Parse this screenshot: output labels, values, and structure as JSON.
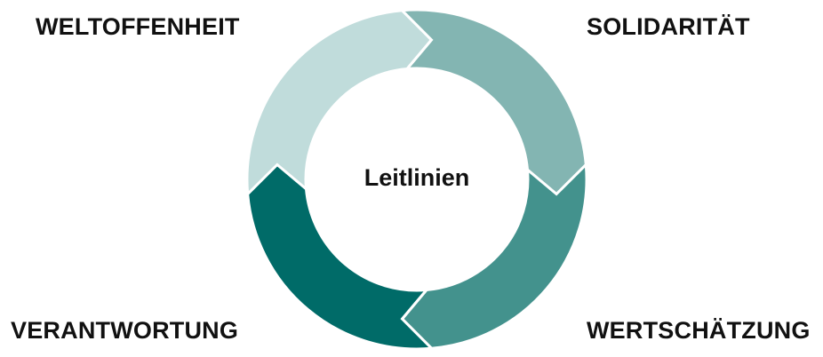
{
  "diagram": {
    "center_label": "Leitlinien",
    "segments": [
      {
        "label": "WELTOFFENHEIT",
        "color": "#c0dcdb"
      },
      {
        "label": "SOLIDARITÄT",
        "color": "#83b5b2"
      },
      {
        "label": "WERTSCHÄTZUNG",
        "color": "#43928d"
      },
      {
        "label": "VERANTWORTUNG",
        "color": "#006b68"
      }
    ]
  }
}
